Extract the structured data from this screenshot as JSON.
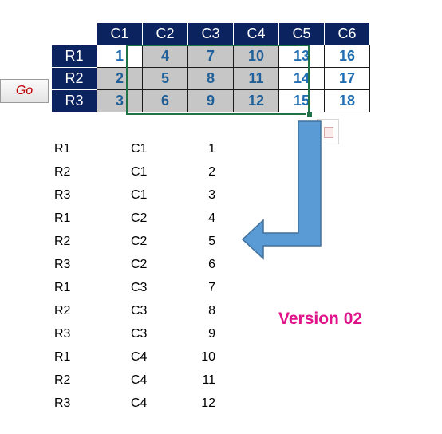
{
  "go_button": {
    "label": "Go"
  },
  "grid": {
    "columns": [
      "C1",
      "C2",
      "C3",
      "C4",
      "C5",
      "C6"
    ],
    "rows": [
      {
        "label": "R1",
        "cells": [
          "1",
          "4",
          "7",
          "10",
          "13",
          "16"
        ]
      },
      {
        "label": "R2",
        "cells": [
          "2",
          "5",
          "8",
          "11",
          "14",
          "17"
        ]
      },
      {
        "label": "R3",
        "cells": [
          "3",
          "6",
          "9",
          "12",
          "15",
          "18"
        ]
      }
    ]
  },
  "list": [
    {
      "row": "R1",
      "col": "C1",
      "value": "1"
    },
    {
      "row": "R2",
      "col": "C1",
      "value": "2"
    },
    {
      "row": "R3",
      "col": "C1",
      "value": "3"
    },
    {
      "row": "R1",
      "col": "C2",
      "value": "4"
    },
    {
      "row": "R2",
      "col": "C2",
      "value": "5"
    },
    {
      "row": "R3",
      "col": "C2",
      "value": "6"
    },
    {
      "row": "R1",
      "col": "C3",
      "value": "7"
    },
    {
      "row": "R2",
      "col": "C3",
      "value": "8"
    },
    {
      "row": "R3",
      "col": "C3",
      "value": "9"
    },
    {
      "row": "R1",
      "col": "C4",
      "value": "10"
    },
    {
      "row": "R2",
      "col": "C4",
      "value": "11"
    },
    {
      "row": "R3",
      "col": "C4",
      "value": "12"
    }
  ],
  "version_label": "Version 02",
  "colors": {
    "header_bg": "#0b2460",
    "value_blue": "#1f6eb3",
    "selection_fill": "#c6c6c6",
    "selection_border": "#217346",
    "arrow_fill": "#5b9bd5",
    "version_pink": "#e0138a",
    "go_text": "#c00000"
  }
}
